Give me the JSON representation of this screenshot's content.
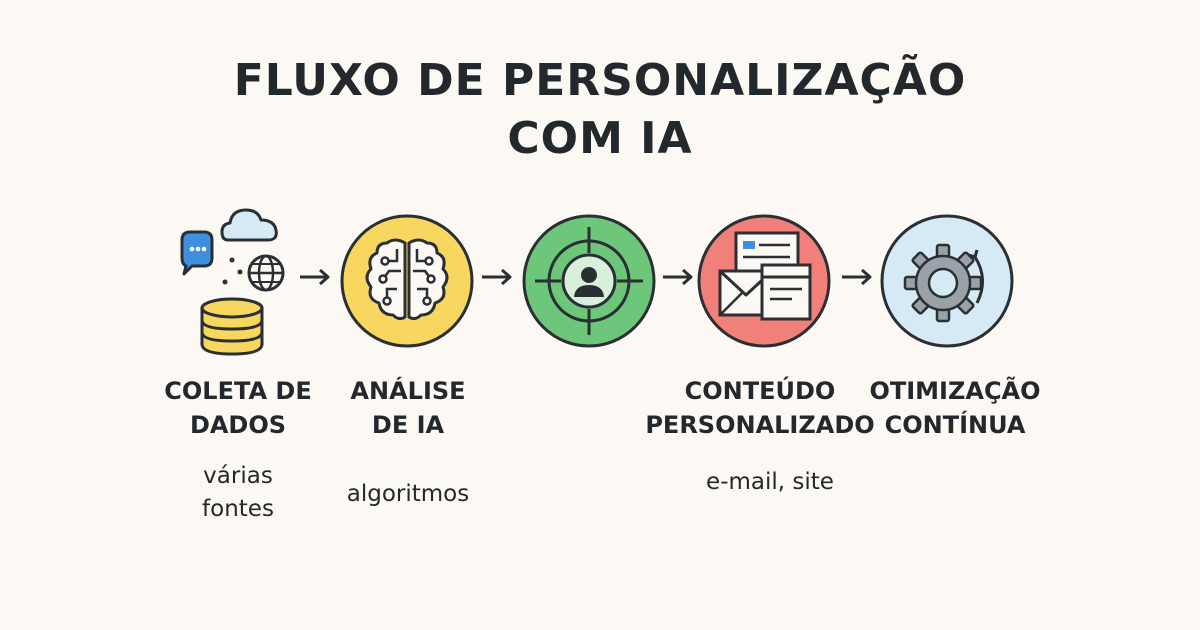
{
  "title": {
    "line1": "FLUXO DE PERSONALIZAÇÃO",
    "line2": "COM IA"
  },
  "colors": {
    "yellow": "#f7d760",
    "green": "#6cc77b",
    "red": "#f17f7a",
    "blue": "#d6eaf5",
    "stroke": "#2a2f33",
    "background": "#fcf9f4"
  },
  "steps": [
    {
      "icon": "data-sources-icon",
      "label_line1": "COLETA DE",
      "label_line2": "DADOS",
      "sub_line1": "várias",
      "sub_line2": "fontes"
    },
    {
      "icon": "brain-circuit-icon",
      "label_line1": "ANÁLISE",
      "label_line2": "DE IA",
      "sub_line1": "algoritmos"
    },
    {
      "icon": "target-user-icon"
    },
    {
      "icon": "email-web-icon",
      "label_line1": "CONTEÚDO",
      "label_line2": "PERSONALIZADO",
      "sub_line1": "e-mail, site"
    },
    {
      "icon": "gear-cycle-icon",
      "label_line1": "OTIMIZAÇÃO",
      "label_line2": "CONTÍNUA"
    }
  ]
}
